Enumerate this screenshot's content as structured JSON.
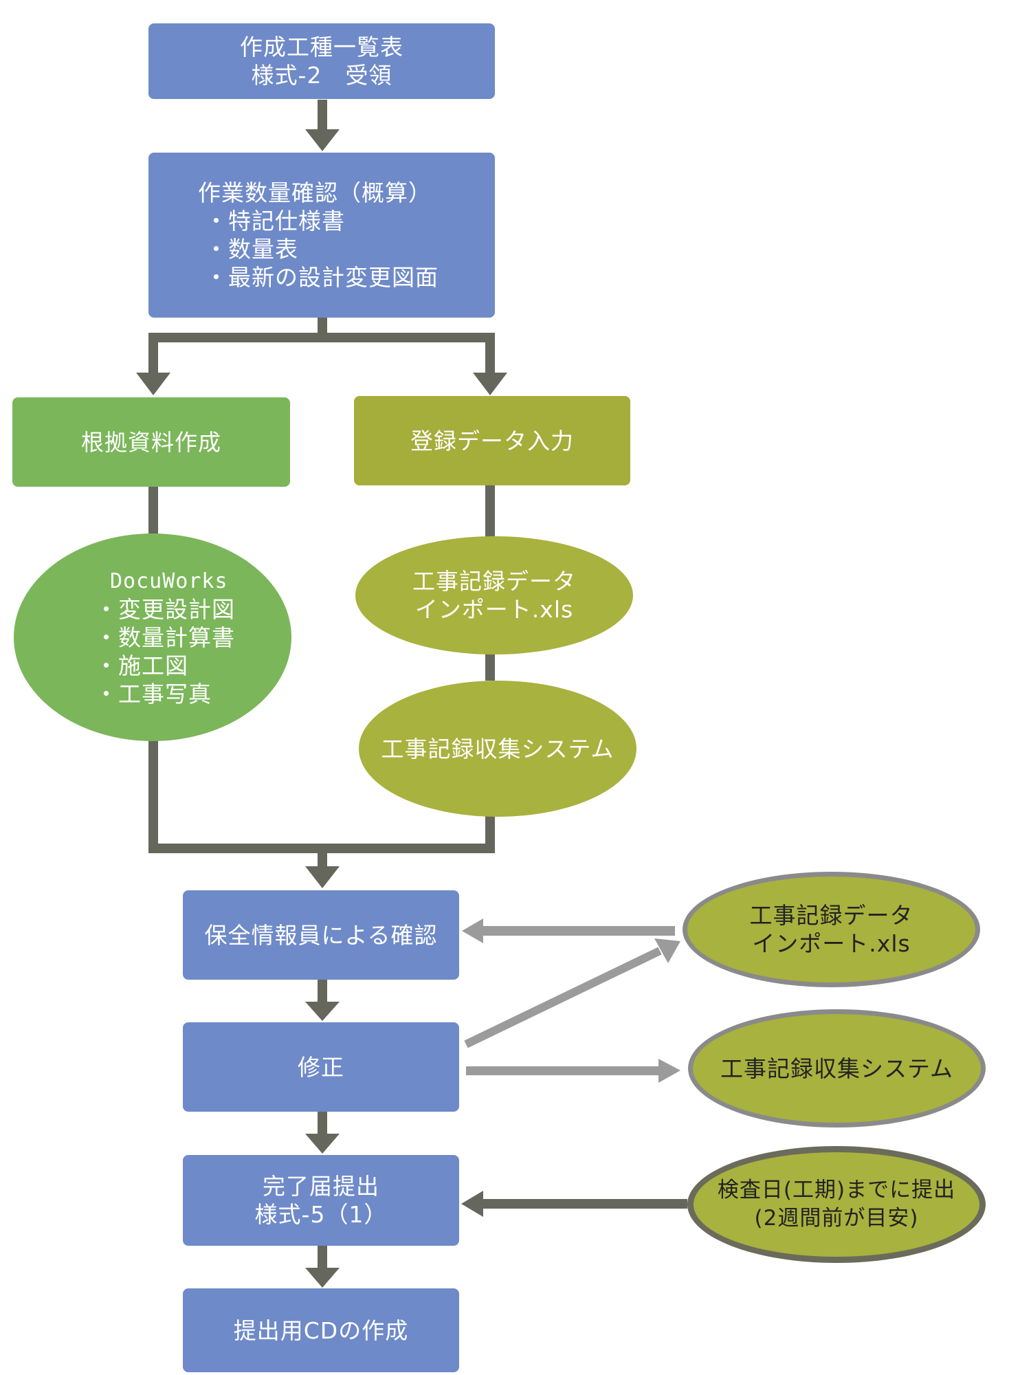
{
  "colors": {
    "blue_box": "#6f8ac8",
    "green_box": "#7bb65a",
    "olive_box": "#a5ad3b",
    "dark_arrow": "#66675c",
    "light_arrow": "#9b9b9b"
  },
  "nodes": {
    "receive": {
      "lines": [
        "作成工種一覧表",
        "様式-2　受領"
      ]
    },
    "quantity_check": {
      "title": "作業数量確認（概算）",
      "items": [
        "・特記仕様書",
        "・数量表",
        "・最新の設計変更図面"
      ]
    },
    "evidence": {
      "label": "根拠資料作成"
    },
    "data_entry": {
      "label": "登録データ入力"
    },
    "docuworks": {
      "title": "DocuWorks",
      "items": [
        "・変更設計図",
        "・数量計算書",
        "・施工図",
        "・工事写真"
      ]
    },
    "import_xls": {
      "lines": [
        "工事記録データ",
        "インポート.xls"
      ]
    },
    "collection_system": {
      "label": "工事記録収集システム"
    },
    "staff_check": {
      "label": "保全情報員による確認"
    },
    "fix": {
      "label": "修正"
    },
    "completion": {
      "lines": [
        "完了届提出",
        "様式-5（1）"
      ]
    },
    "cd": {
      "label": "提出用CDの作成"
    },
    "side_import_xls": {
      "lines": [
        "工事記録データ",
        "インポート.xls"
      ]
    },
    "side_collection_system": {
      "label": "工事記録収集システム"
    },
    "deadline": {
      "lines": [
        "検査日(工期)までに提出",
        "(2週間前が目安)"
      ]
    }
  }
}
